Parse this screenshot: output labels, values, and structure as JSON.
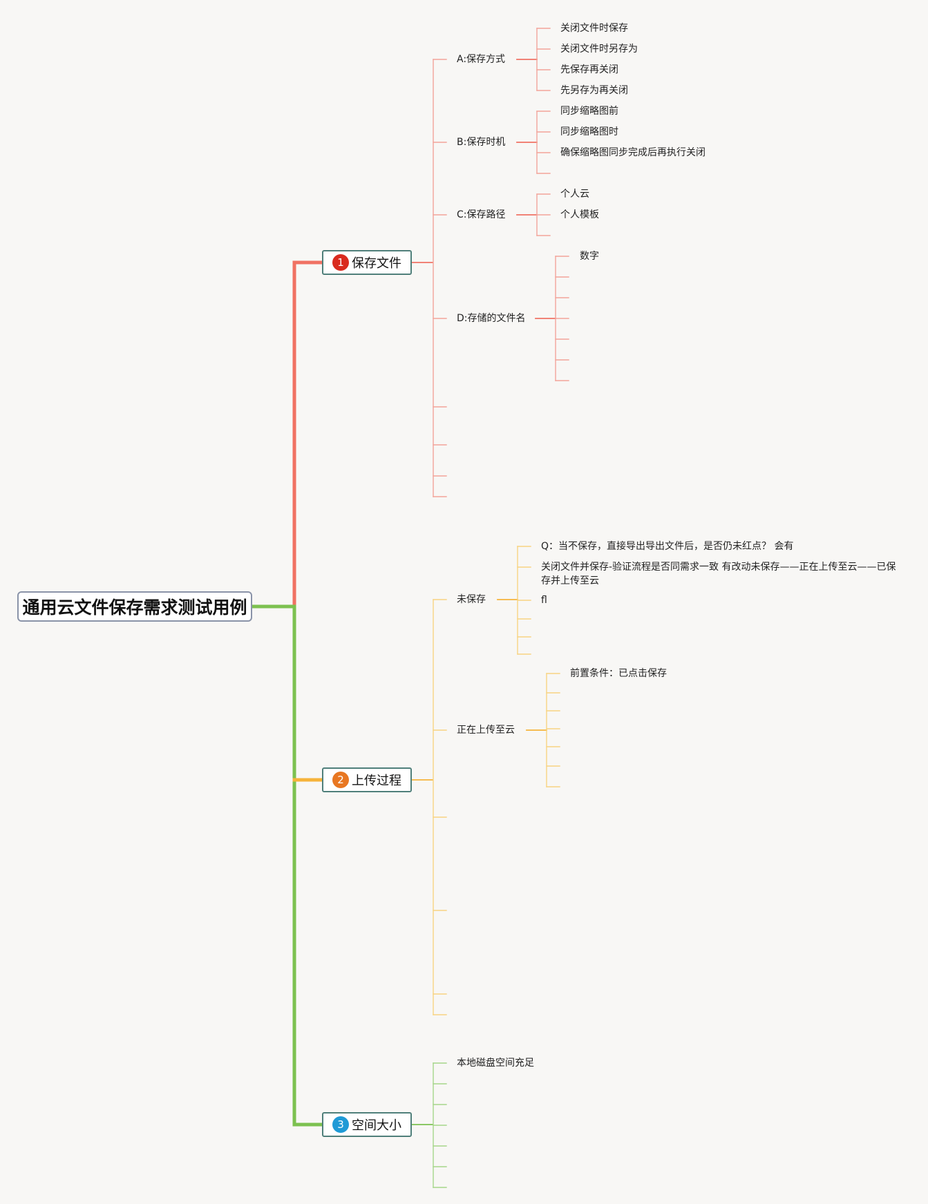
{
  "colors": {
    "red": "#f07263",
    "red_light": "#f2a49a",
    "yellow": "#f6b33a",
    "yellow_light": "#f7d481",
    "green": "#7dc150",
    "green_light": "#a6d68a"
  },
  "root": {
    "title": "通用云文件保存需求测试用例"
  },
  "branches": [
    {
      "number": "1",
      "label": "保存文件",
      "badge_color": "#d92b1f",
      "children": [
        {
          "label": "A:保存方式",
          "items": [
            "关闭文件时保存",
            "关闭文件时另存为",
            "先保存再关闭",
            "先另存为再关闭"
          ]
        },
        {
          "label": "B:保存时机",
          "items": [
            "同步缩略图前",
            "同步缩略图时",
            "确保缩略图同步完成后再执行关闭",
            ""
          ]
        },
        {
          "label": "C:保存路径",
          "items": [
            "个人云",
            "个人模板",
            ""
          ]
        },
        {
          "label": "D:存储的文件名",
          "items": [
            "数字",
            "",
            "",
            "",
            "",
            "",
            ""
          ]
        },
        {
          "label": "",
          "items": []
        },
        {
          "label": "",
          "items": []
        },
        {
          "label": "",
          "items": []
        },
        {
          "label": "",
          "items": []
        }
      ]
    },
    {
      "number": "2",
      "label": "上传过程",
      "badge_color": "#e87722",
      "children": [
        {
          "label": "未保存",
          "items": [
            "Q：当不保存，直接导出导出文件后，是否仍未红点？ 会有",
            "关闭文件并保存-验证流程是否同需求一致 有改动未保存——正在上传至云——已保存并上传至云",
            "fl",
            "",
            "",
            ""
          ]
        },
        {
          "label": "正在上传至云",
          "items": [
            "前置条件：已点击保存",
            "",
            "",
            "",
            "",
            "",
            ""
          ]
        },
        {
          "label": "",
          "items": []
        },
        {
          "label": "",
          "items": []
        },
        {
          "label": "",
          "items": []
        },
        {
          "label": "",
          "items": []
        }
      ]
    },
    {
      "number": "3",
      "label": "空间大小",
      "badge_color": "#1f9ad6",
      "children": [
        {
          "label": "本地磁盘空间充足",
          "items": []
        },
        {
          "label": "",
          "items": []
        },
        {
          "label": "",
          "items": []
        },
        {
          "label": "",
          "items": []
        },
        {
          "label": "",
          "items": []
        },
        {
          "label": "",
          "items": []
        },
        {
          "label": "",
          "items": []
        }
      ]
    }
  ]
}
